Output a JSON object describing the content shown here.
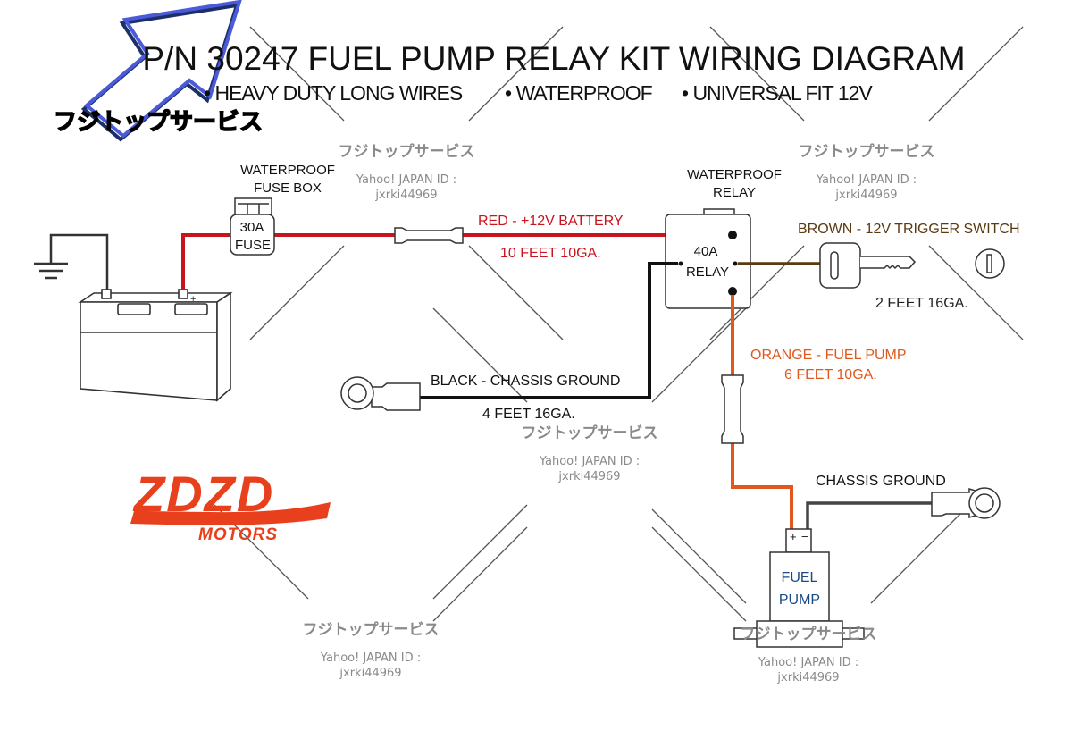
{
  "title": "P/N 30247 FUEL PUMP RELAY KIT WIRING DIAGRAM",
  "features": [
    "• HEAVY DUTY LONG WIRES",
    "• WATERPROOF",
    "• UNIVERSAL FIT 12V"
  ],
  "fuse_box": {
    "label_line1": "WATERPROOF",
    "label_line2": "FUSE BOX",
    "rating": "30A",
    "type": "FUSE"
  },
  "relay": {
    "label_line1": "WATERPROOF",
    "label_line2": "RELAY",
    "rating": "40A",
    "type": "RELAY"
  },
  "wires": {
    "red": {
      "name": "RED - +12V BATTERY",
      "spec": "10 FEET 10GA.",
      "color": "#c8141e"
    },
    "brown": {
      "name": "BROWN - 12V TRIGGER SWITCH",
      "spec": "2 FEET 16GA.",
      "color": "#5a3a12"
    },
    "black": {
      "name": "BLACK - CHASSIS GROUND",
      "spec": "4 FEET 16GA.",
      "color": "#111111"
    },
    "orange": {
      "name": "ORANGE - FUEL PUMP",
      "spec": "6 FEET 10GA.",
      "color": "#e0581e"
    },
    "pump_ground": {
      "name": "CHASSIS GROUND",
      "color": "#444444"
    }
  },
  "fuel_pump": {
    "line1": "FUEL",
    "line2": "PUMP",
    "plus": "+",
    "minus": "−",
    "color": "#1a4a8a"
  },
  "battery": {
    "plus": "+"
  },
  "logo": {
    "main": "ZDZD",
    "sub": "MOTORS",
    "color": "#e8401c"
  },
  "watermark": {
    "brand": "フジトップサービス",
    "id_label": "Yahoo! JAPAN ID :",
    "id_value": "jxrki44969",
    "corner_brand": "フジトップサービス",
    "arrow_color": "#4a5ad8"
  }
}
